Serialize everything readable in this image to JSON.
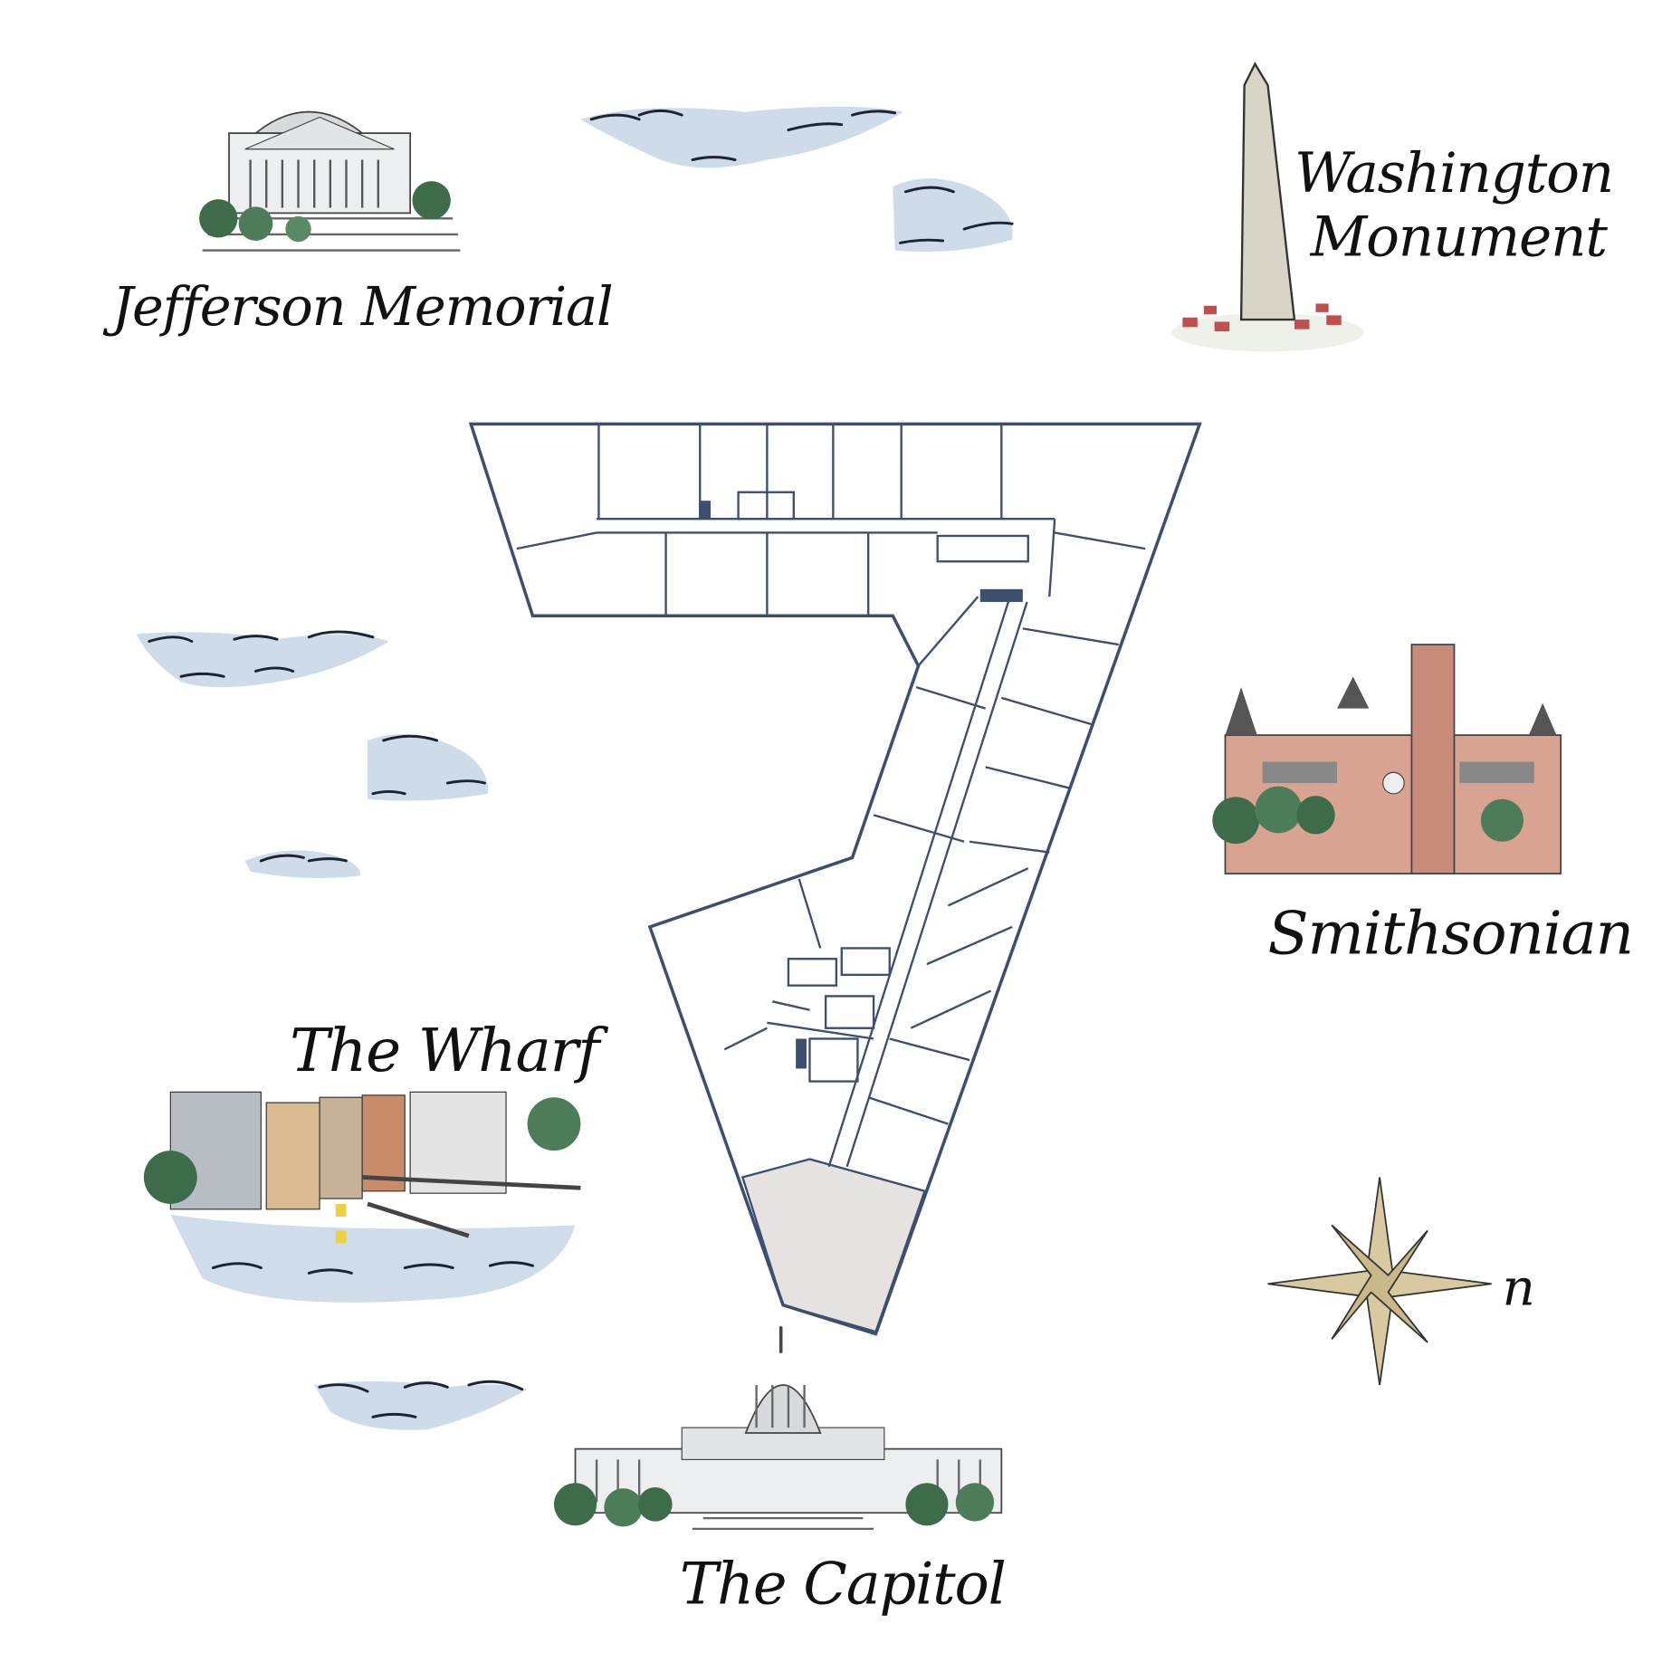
{
  "map": {
    "landmarks": [
      {
        "id": "jefferson",
        "label": "Jefferson Memorial"
      },
      {
        "id": "washington",
        "label_line1": "Washington",
        "label_line2": "Monument"
      },
      {
        "id": "smithsonian",
        "label": "Smithsonian"
      },
      {
        "id": "wharf",
        "label": "The Wharf"
      },
      {
        "id": "capitol",
        "label": "The Capitol"
      }
    ],
    "compass": {
      "label": "n"
    },
    "colors": {
      "wall": "#3d4f6e",
      "highlight": "#e6e2df",
      "water": "#c9d8e8",
      "compass": "#d8c9a0",
      "brick": "#c98c7a"
    }
  }
}
